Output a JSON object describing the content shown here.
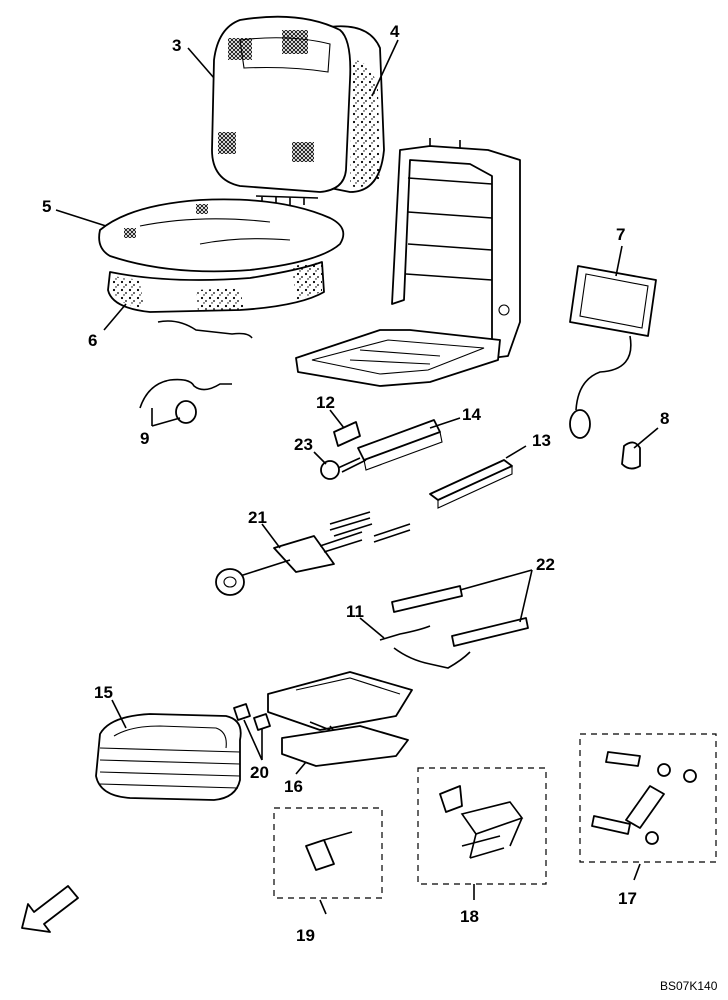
{
  "diagram": {
    "drawing_code": "BS07K140",
    "callouts": {
      "c3": "3",
      "c4": "4",
      "c5": "5",
      "c6": "6",
      "c7": "7",
      "c8": "8",
      "c9": "9",
      "c11": "11",
      "c12": "12",
      "c13": "13",
      "c14": "14",
      "c15": "15",
      "c16": "16",
      "c17": "17",
      "c18": "18",
      "c19": "19",
      "c20": "20",
      "c21": "21",
      "c22": "22",
      "c23": "23"
    }
  }
}
